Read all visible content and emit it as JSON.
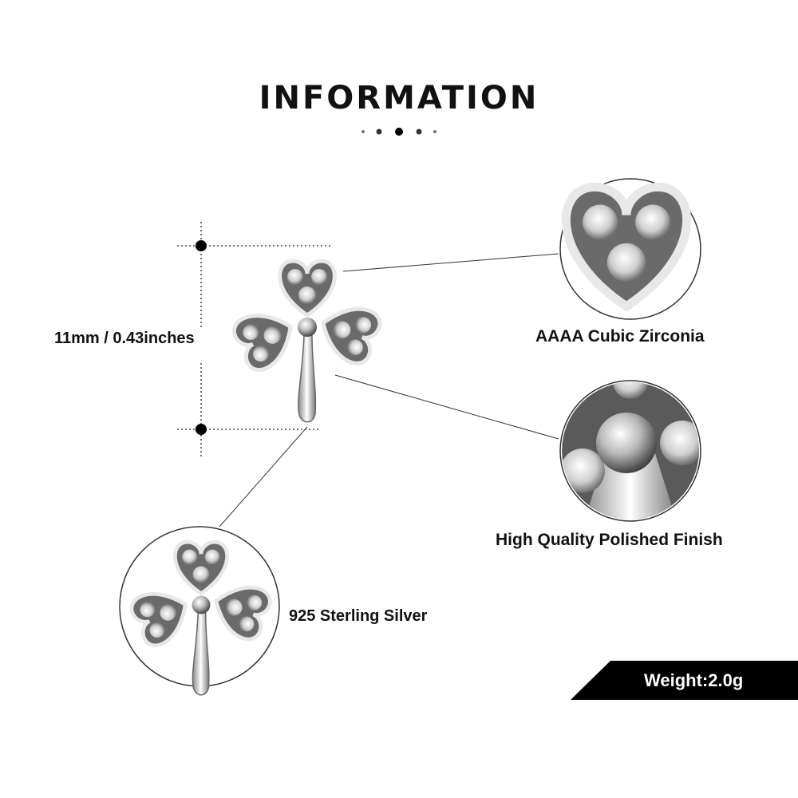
{
  "title": "INFORMATION",
  "dimension_label": "11mm / 0.43inches",
  "features": {
    "stones": "AAAA Cubic Zirconia",
    "finish": "High Quality Polished Finish",
    "material": "925 Sterling Silver"
  },
  "weight_label": "Weight:2.0g"
}
